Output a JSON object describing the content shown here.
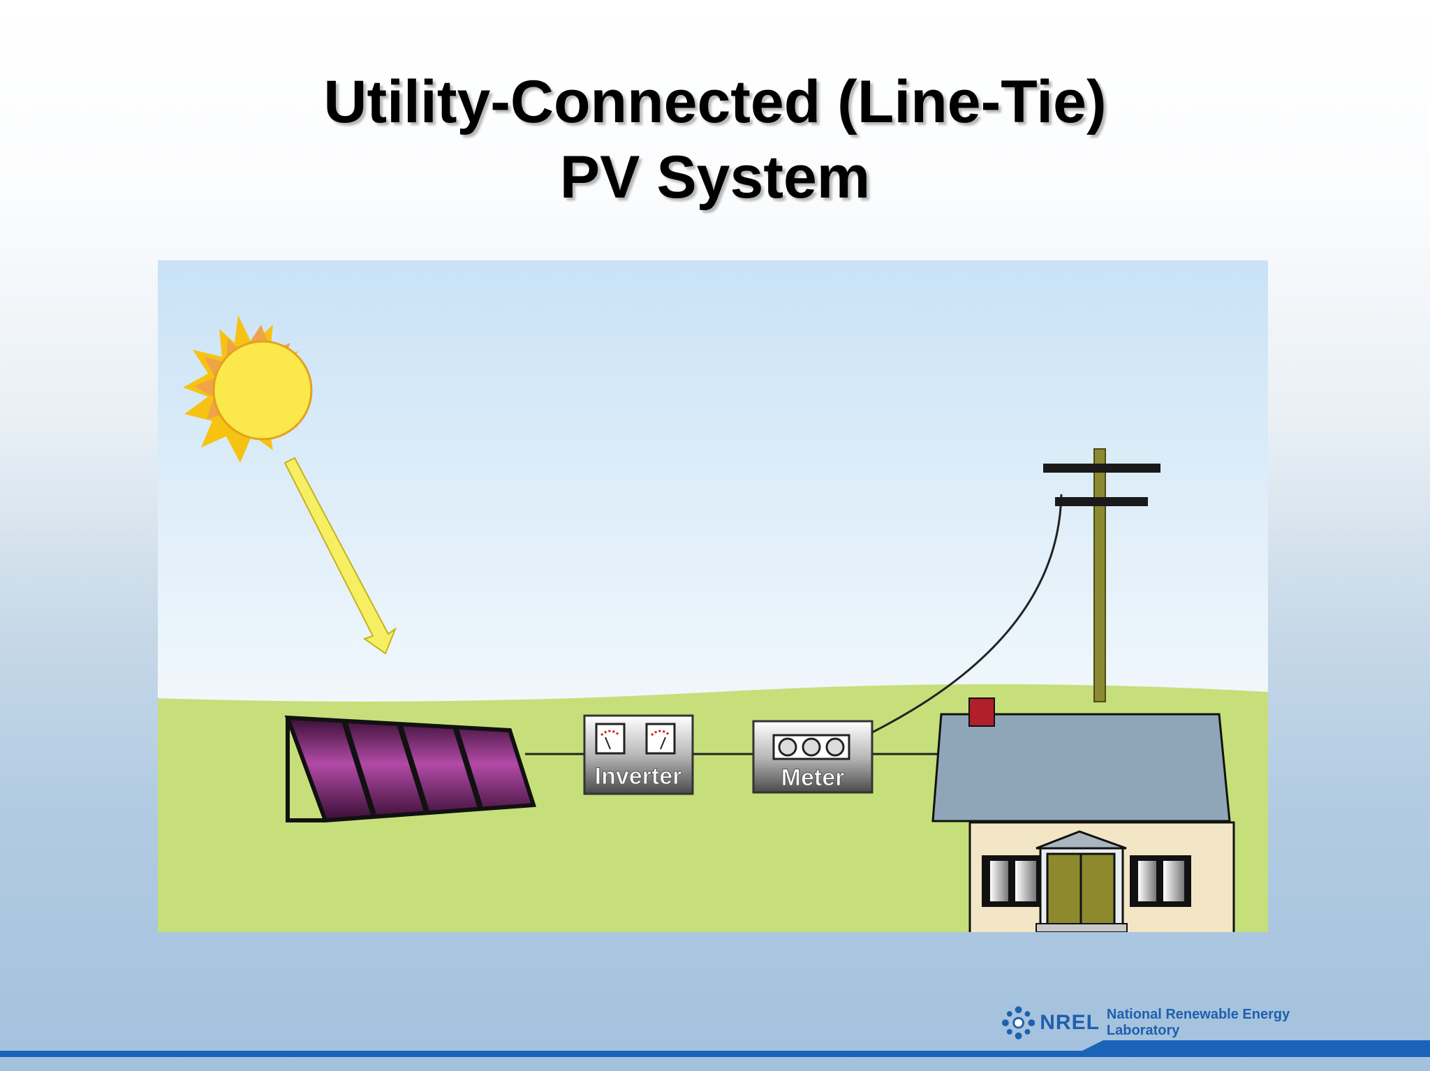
{
  "title": {
    "line1": "Utility-Connected (Line-Tie)",
    "line2": "PV System"
  },
  "diagram": {
    "inverter_label": "Inverter",
    "meter_label": "Meter"
  },
  "logo": {
    "abbreviation": "NREL",
    "full_name": "National Renewable Energy Laboratory"
  },
  "colors": {
    "sky": "#cfe4f5",
    "grass": "#c6df7a",
    "panel": "#a23c96",
    "house_roof": "#8fa6b8",
    "house_wall": "#f3e6c6",
    "pole": "#8b8a32",
    "brand": "#1b63b8"
  }
}
